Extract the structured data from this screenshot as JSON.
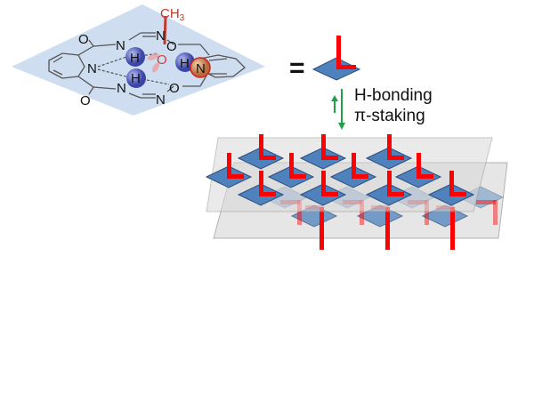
{
  "molecule": {
    "atoms": [
      {
        "id": "o-top",
        "text": "O"
      },
      {
        "id": "n-upper",
        "text": "N"
      },
      {
        "id": "n-top-imine",
        "text": "N"
      },
      {
        "id": "o-upper-oxime",
        "text": "O"
      },
      {
        "id": "n-pyridine",
        "text": "N"
      },
      {
        "id": "h-upper",
        "text": "H"
      },
      {
        "id": "h-lower",
        "text": "H"
      },
      {
        "id": "o-methoxy",
        "text": "O"
      },
      {
        "id": "h-guest",
        "text": "H"
      },
      {
        "id": "n-guest",
        "text": "N"
      },
      {
        "id": "n-lower",
        "text": "N"
      },
      {
        "id": "o-lower-oxime",
        "text": "O"
      },
      {
        "id": "o-bottom",
        "text": "O"
      },
      {
        "id": "n-bottom-imine",
        "text": "N"
      }
    ],
    "methyl": {
      "text": "CH",
      "sub": "3"
    }
  },
  "equals": "=",
  "unit_symbol": "L",
  "interactions": {
    "line1": "H-bonding",
    "line2": "π-staking"
  },
  "colors": {
    "plane_blue": "#c9d9ee",
    "diamond": "#4f81bd",
    "diamond_stroke": "#2c4f7c",
    "l_red": "#ff0000",
    "arrow_green": "#1fa14a",
    "sheet_gray": "#d9d9d9",
    "methyl_red": "#c0392b"
  }
}
